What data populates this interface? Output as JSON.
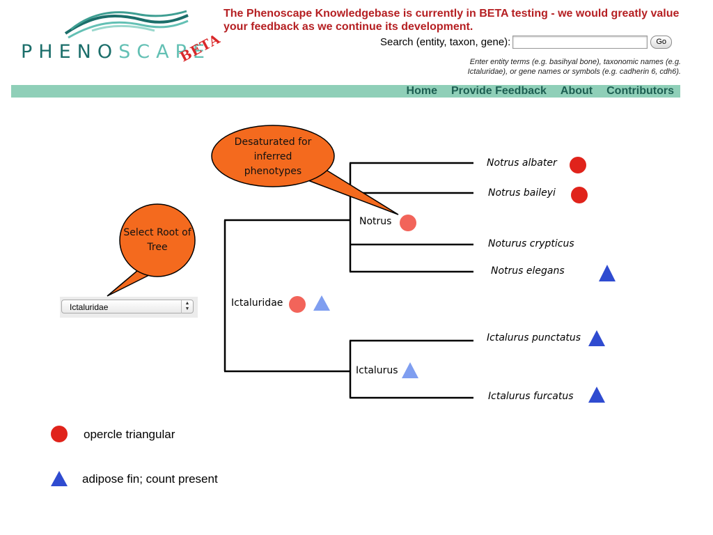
{
  "logo": {
    "pheno": "PHENO",
    "scape": "SCAPE",
    "beta": "BETA"
  },
  "header": {
    "beta_notice": "The Phenoscape Knowledgebase is currently in BETA testing - we would greatly value your feedback as we continue its development.",
    "search_label": "Search (entity, taxon, gene):",
    "search_value": "",
    "search_placeholder": "",
    "go_label": "Go",
    "search_hint": "Enter entity terms (e.g. basihyal bone), taxonomic names (e.g. Ictaluridae), or gene names or symbols (e.g. cadherin 6, cdh6)."
  },
  "nav": [
    {
      "label": "Home"
    },
    {
      "label": "Provide Feedback"
    },
    {
      "label": "About"
    },
    {
      "label": "Contributors"
    }
  ],
  "callouts": {
    "inferred": "Desaturated for inferred phenotypes",
    "root": "Select Root of Tree"
  },
  "root_selector": {
    "selected": "Ictaluridae"
  },
  "tree": {
    "root": "Ictaluridae",
    "clades": [
      {
        "name": "Notrus",
        "species": [
          "Notrus albater",
          "Notrus baileyi",
          "Noturus crypticus",
          "Notrus elegans"
        ]
      },
      {
        "name": "Ictalurus",
        "species": [
          "Ictalurus punctatus",
          "Ictalurus furcatus"
        ]
      }
    ]
  },
  "legend": [
    {
      "shape": "circle",
      "label": "opercle triangular",
      "color": "#e0231b"
    },
    {
      "shape": "triangle",
      "label": "adipose fin; count present",
      "color": "#2f4bd0"
    }
  ],
  "colors": {
    "asserted_circle": "#e0231b",
    "inferred_circle": "#f2645a",
    "asserted_triangle": "#2f4bd0",
    "inferred_triangle": "#7f9ef0",
    "callout_fill": "#f46a1e",
    "nav_bg": "#8fcfb8",
    "notice_red": "#b51f22"
  }
}
